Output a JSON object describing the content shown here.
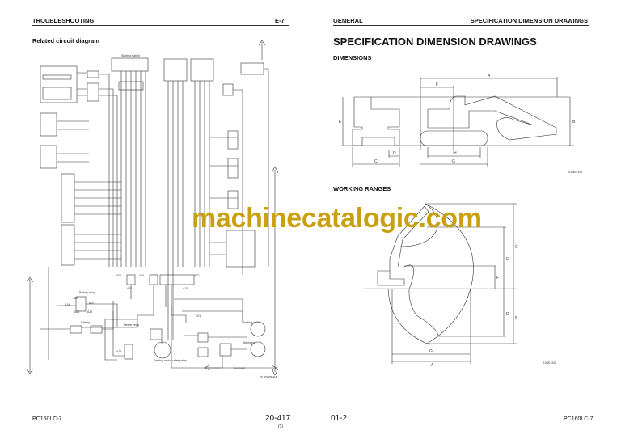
{
  "left_page": {
    "header_left": "TROUBLESHOOTING",
    "header_right": "E-7",
    "section_title": "Related circuit diagram",
    "diagram_labels": {
      "battery": "Battery",
      "battery_relay": "Battery relay",
      "starting_motor": "Starting motor",
      "alternator": "Alternator",
      "engine": "ENGINE",
      "heater_relay": "Heater relay",
      "starting_motor_safety_relay": "Starting motor safety relay",
      "a01": "A01",
      "a02": "A02",
      "a27": "A27",
      "a10": "A10",
      "a13": "A13",
      "a14": "A14",
      "a20": "A20",
      "a21": "A21",
      "a22": "A22",
      "a23": "A23",
      "a25": "A25",
      "e01": "E01",
      "starting_switch": "Starting switch",
      "figure_code": "SJF00564"
    },
    "footer_model": "PC160LC-7",
    "page_number": "20-417",
    "page_sub": "(1)"
  },
  "right_page": {
    "header_left": "GENERAL",
    "header_right": "SPECIFICATION DIMENSION DRAWINGS",
    "title": "SPECIFICATION DIMENSION DRAWINGS",
    "dimensions_heading": "DIMENSIONS",
    "dimension_labels": [
      "A",
      "B",
      "C",
      "D",
      "E",
      "F",
      "G",
      "H"
    ],
    "dimensions_figure_code": "SJW01330",
    "working_ranges_heading": "WORKING RANGES",
    "working_labels": [
      "A",
      "B",
      "C",
      "D",
      "E",
      "F",
      "G"
    ],
    "working_figure_code": "SJW01328",
    "page_number": "01-2",
    "footer_model": "PC160LC-7"
  },
  "watermark": "machinecatalogic.com",
  "colors": {
    "watermark": "#c9a010",
    "ink": "#111111"
  }
}
